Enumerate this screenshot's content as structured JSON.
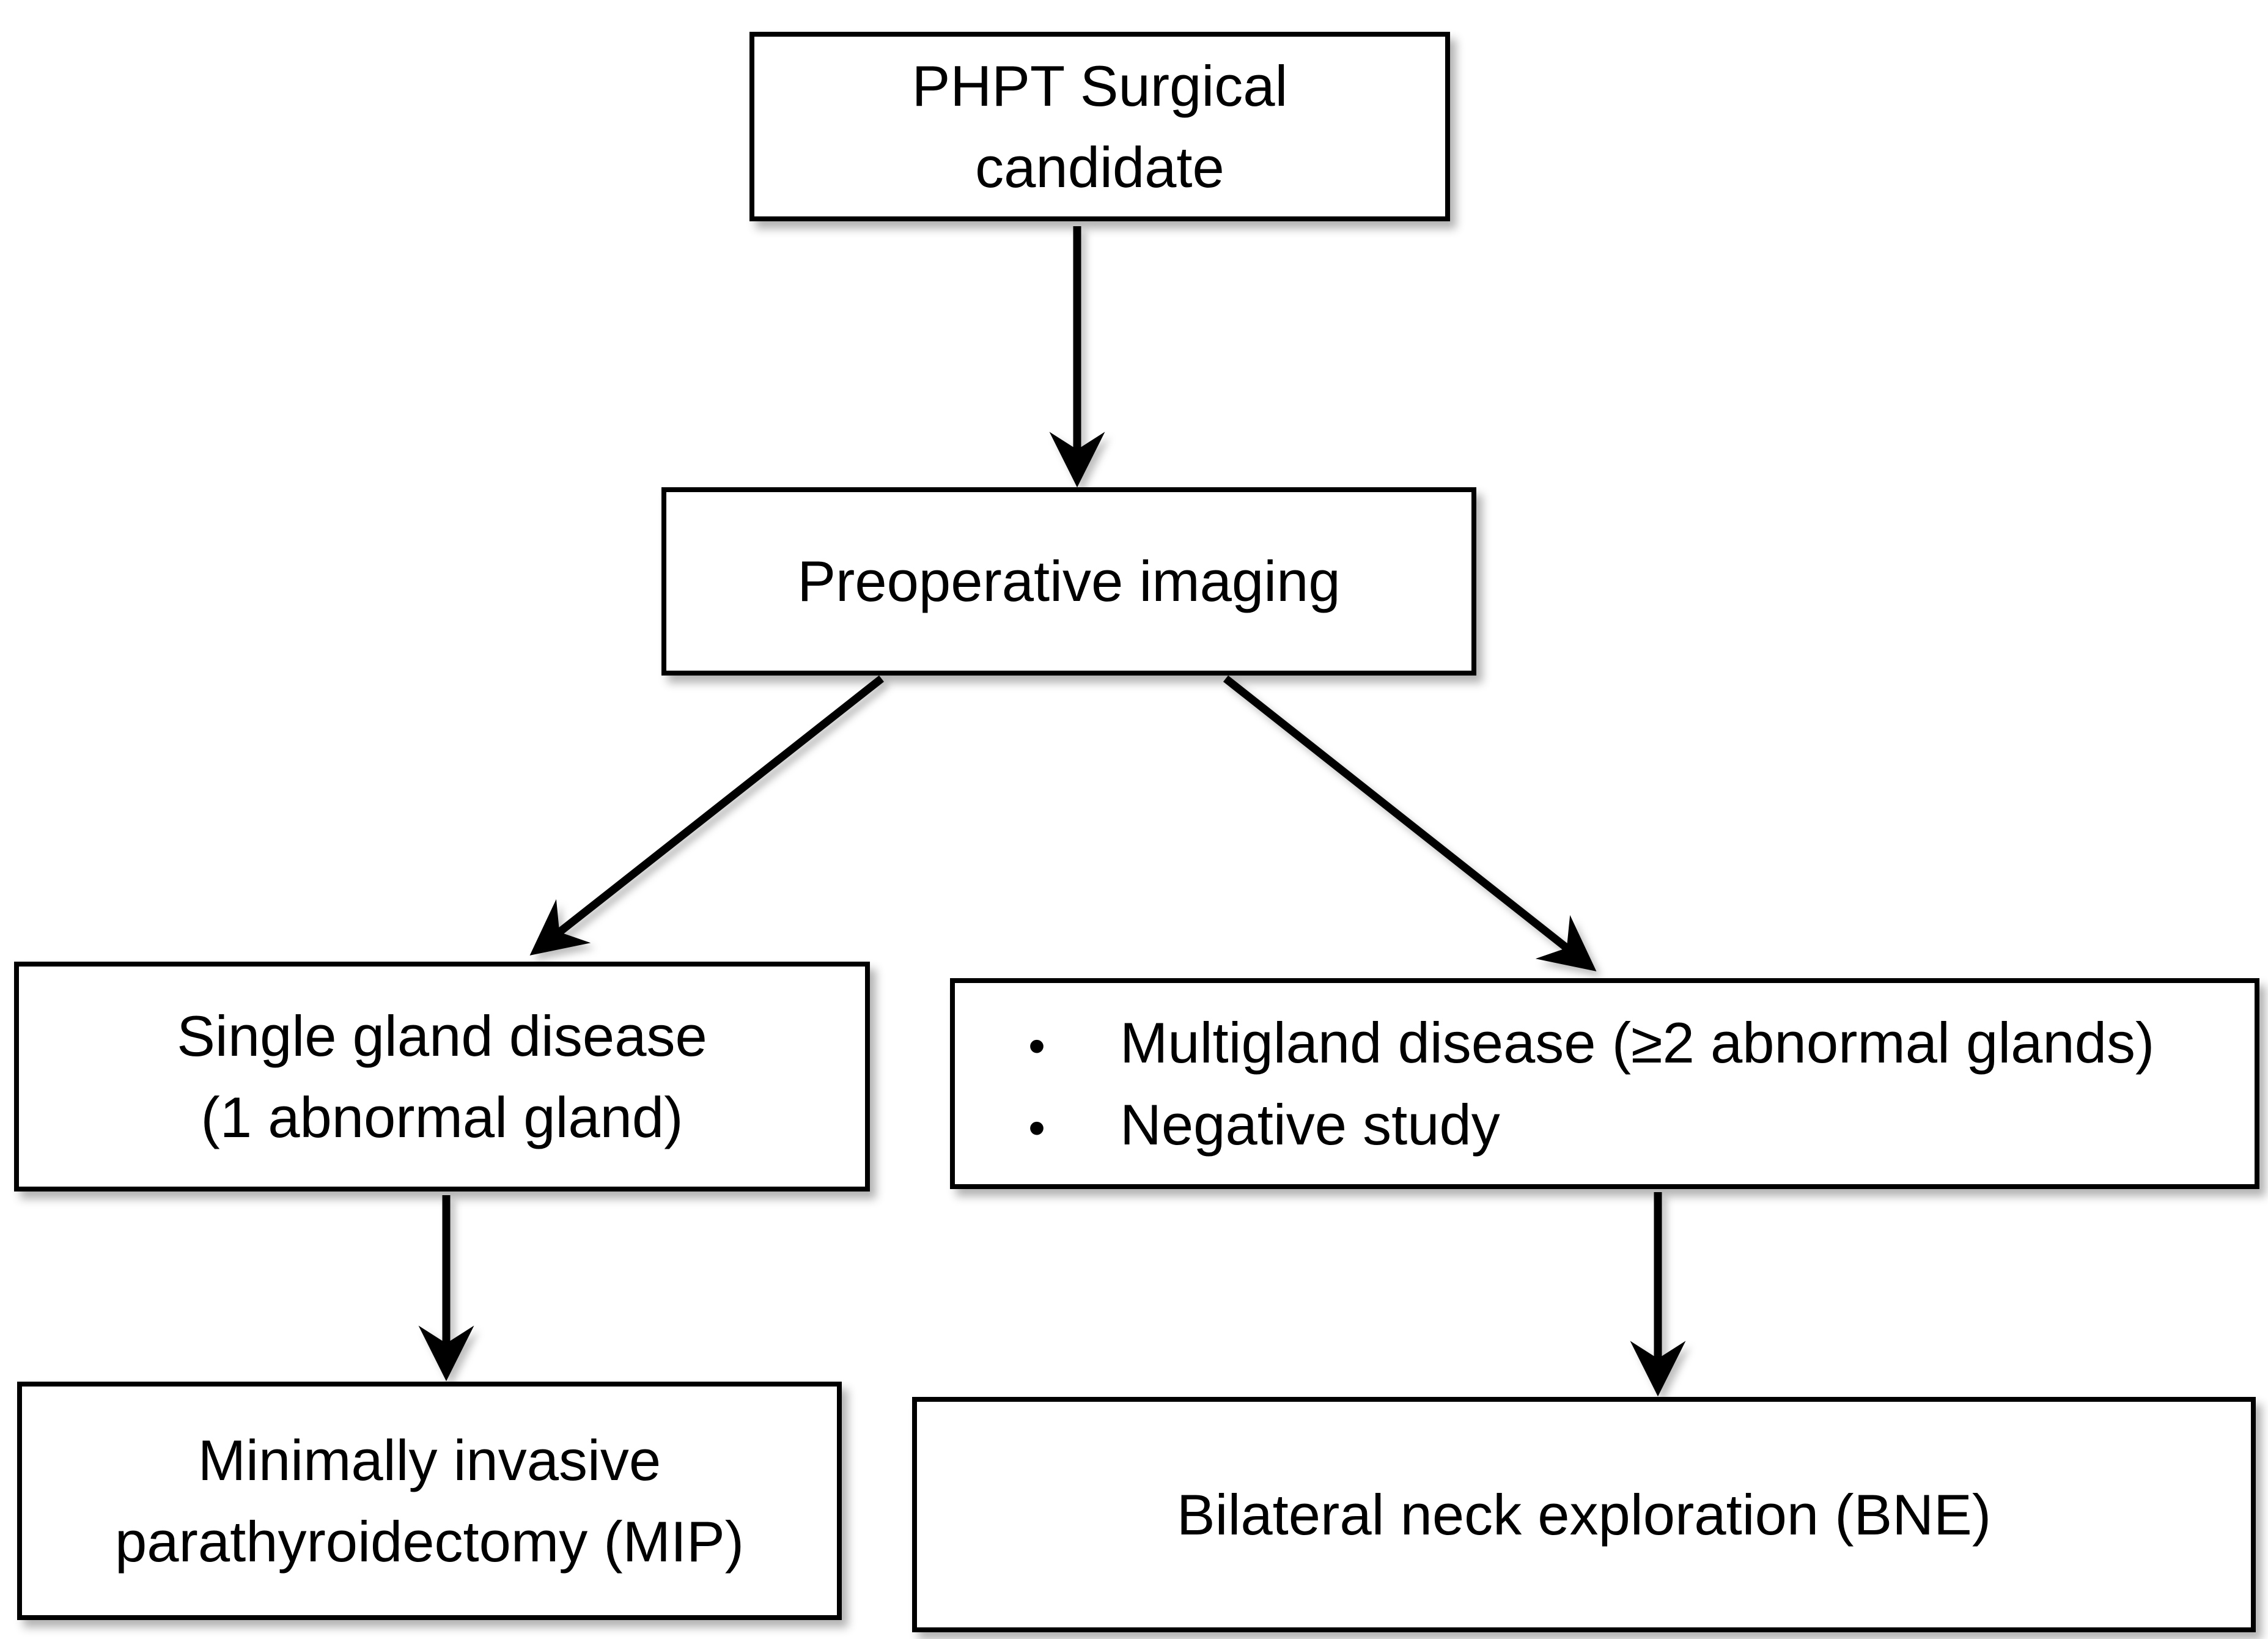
{
  "diagram": {
    "background": "#ffffff",
    "box_fill": "#ffffff",
    "box_border_color": "#000000",
    "text_color": "#000000",
    "bullet_glyph": "•",
    "nodes": {
      "phpt_candidate": {
        "lines": [
          "PHPT Surgical",
          "candidate"
        ]
      },
      "preoperative_imaging": {
        "lines": [
          "Preoperative imaging"
        ]
      },
      "single_gland": {
        "lines": [
          "Single gland disease",
          "(1 abnormal gland)"
        ]
      },
      "multigland": {
        "bullets": [
          "Multigland disease (≥2 abnormal glands)",
          "Negative study"
        ]
      },
      "mip": {
        "lines": [
          "Minimally invasive",
          "parathyroidectomy (MIP)"
        ]
      },
      "bne": {
        "lines": [
          "Bilateral neck exploration (BNE)"
        ]
      }
    },
    "edges": [
      {
        "from": "phpt_candidate",
        "to": "preoperative_imaging"
      },
      {
        "from": "preoperative_imaging",
        "to": "single_gland"
      },
      {
        "from": "preoperative_imaging",
        "to": "multigland"
      },
      {
        "from": "single_gland",
        "to": "mip"
      },
      {
        "from": "multigland",
        "to": "bne"
      }
    ]
  }
}
